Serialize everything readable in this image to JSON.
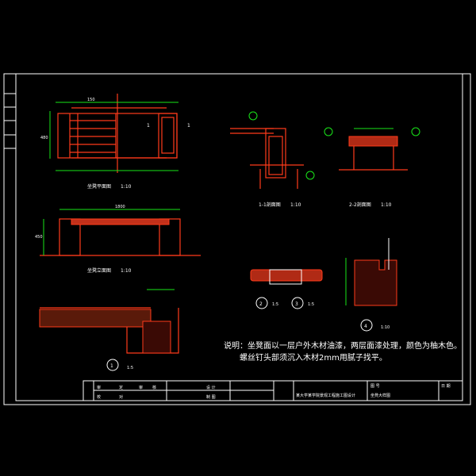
{
  "drawing": {
    "plan_title": "坐凳平面图",
    "plan_scale": "1:10",
    "elevation_title": "坐凳立面图",
    "elevation_scale": "1:10",
    "section1_title": "1-1剖面图",
    "section1_scale": "1:10",
    "section2_title": "2-2剖面图",
    "section2_scale": "1:10",
    "detail1_number": "1",
    "detail1_scale": "1:5",
    "detail2_number": "2",
    "detail2_scale": "1:5",
    "detail3_number": "3",
    "detail3_scale": "1:5",
    "detail4_number": "4",
    "detail4_scale": "1:10",
    "dim_length": "1800",
    "dim_height": "450",
    "dim_width": "480",
    "dim_end": "150",
    "section_mark": "1"
  },
  "notes": {
    "line1": "说明：坐凳面以一层户外木材油漆，两层面漆处理，颜色为柚木色。",
    "line2": "螺丝钉头部须沉入木材2mm用腻子找平。"
  },
  "title_block": {
    "project": "某大学某学院景观工程施工图设计",
    "drawing_name": "坐凳大样图",
    "row1": [
      "审",
      "定",
      "审",
      "核",
      "设 计"
    ],
    "row2": [
      "校",
      "对",
      "制 图"
    ],
    "drawing_no": "图 号",
    "date_label": "日 期"
  }
}
